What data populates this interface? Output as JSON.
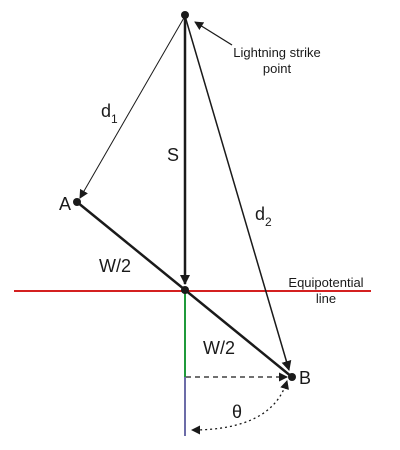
{
  "labels": {
    "strike": [
      "Lightning strike",
      "point"
    ],
    "d1": "d",
    "d1_sub": "1",
    "d2": "d",
    "d2_sub": "2",
    "s": "S",
    "a": "A",
    "b": "B",
    "w_upper": "W/2",
    "w_lower": "W/2",
    "equipotential": [
      "Equipotential",
      "line"
    ],
    "theta": "θ"
  },
  "colors": {
    "ink": "#1a1a1a",
    "equipotential_line": "#d42020",
    "vertical_segment": "#1f9a3a",
    "vertical_extension": "#3a3a8a"
  }
}
